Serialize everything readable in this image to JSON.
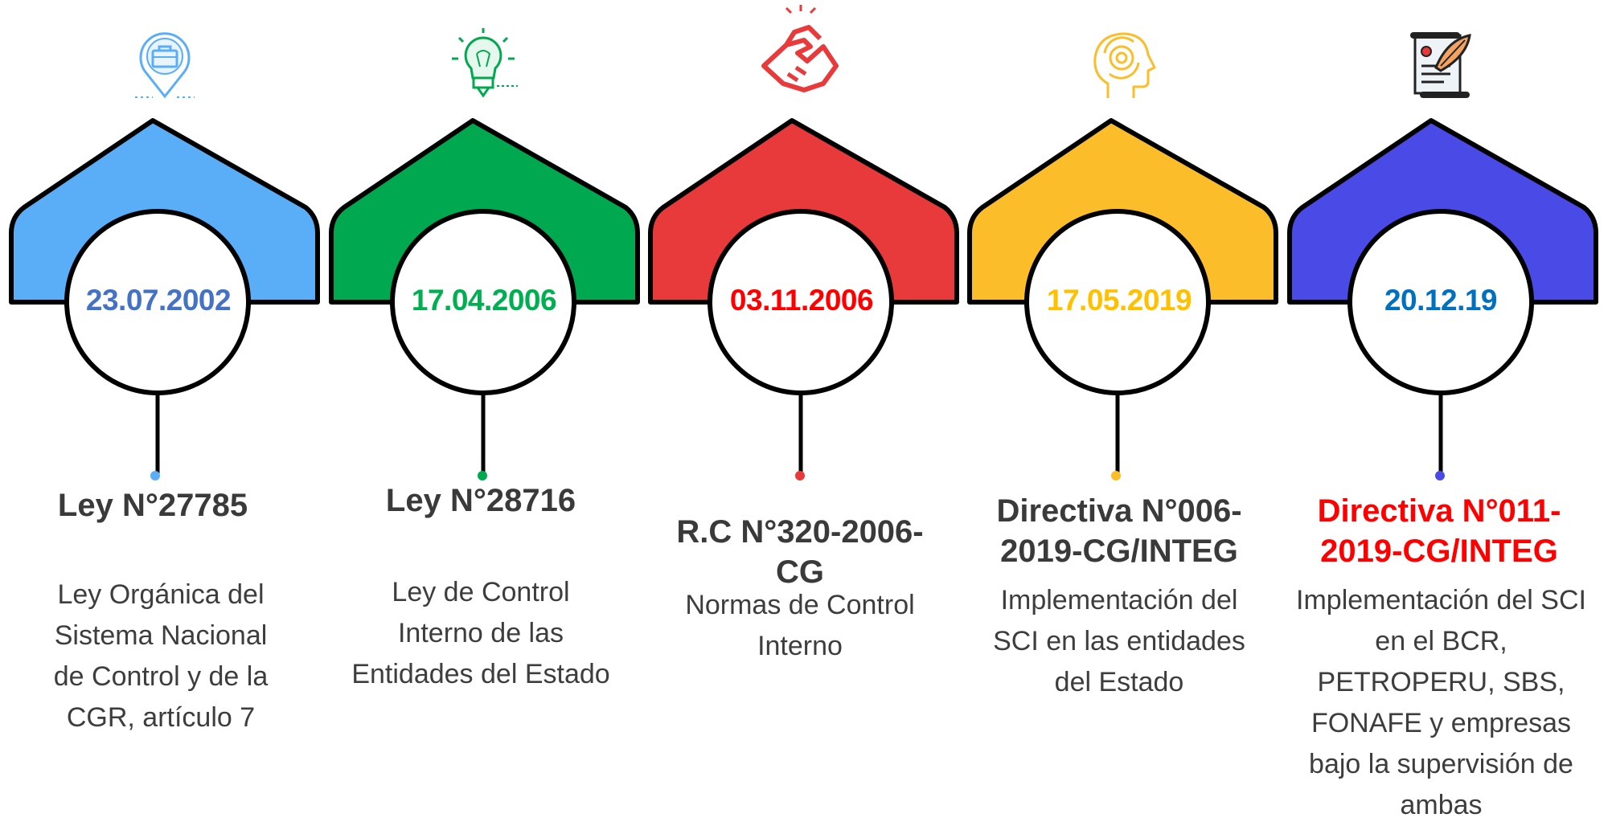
{
  "items": [
    {
      "date": "23.07.2002",
      "title": "Ley N°27785",
      "description": "Ley Orgánica del Sistema Nacional de Control y de la CGR, artículo 7",
      "color": "#5aaef7",
      "date_color": "#4472c4",
      "title_color": "#3a3a3a",
      "icon": "briefcase-location-pin-icon"
    },
    {
      "date": "17.04.2006",
      "title": "Ley N°28716",
      "description": "Ley de Control Interno de las Entidades del Estado",
      "color": "#00a94f",
      "date_color": "#00b050",
      "title_color": "#3a3a3a",
      "icon": "lightbulb-idea-icon"
    },
    {
      "date": "03.11.2006",
      "title": "R.C N°320-2006-CG",
      "description": "Normas de Control Interno",
      "color": "#e83a3a",
      "date_color": "#ff0000",
      "title_color": "#3a3a3a",
      "icon": "handshake-agreement-icon"
    },
    {
      "date": "17.05.2019",
      "title": "Directiva N°006-2019-CG/INTEG",
      "description": "Implementación del SCI en las entidades del Estado",
      "color": "#fbbd2a",
      "date_color": "#ffc000",
      "title_color": "#3a3a3a",
      "icon": "head-gear-icon"
    },
    {
      "date": "20.12.19",
      "title": "Directiva N°011-2019-CG/INTEG",
      "description": "Implementación del SCI en el BCR, PETROPERU, SBS, FONAFE y empresas bajo la supervisión de ambas",
      "color": "#4a4ae6",
      "date_color": "#0070c0",
      "title_color": "#ff0000",
      "icon": "scroll-quill-icon"
    }
  ]
}
